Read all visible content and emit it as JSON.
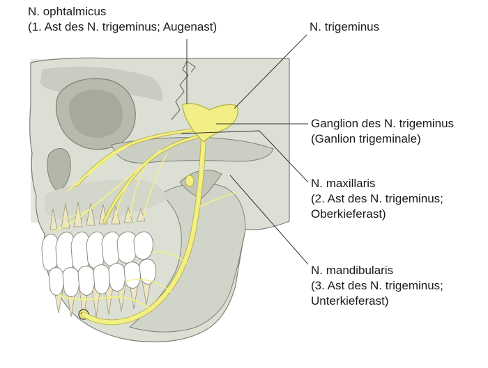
{
  "labels": {
    "ophthalmicus": {
      "line1": "N. ophtalmicus",
      "line2": "(1. Ast des N. trigeminus; Augenast)"
    },
    "trigeminus": {
      "line1": "N. trigeminus"
    },
    "ganglion": {
      "line1": "Ganglion des N. trigeminus",
      "line2": "(Ganlion trigeminale)"
    },
    "maxillaris": {
      "line1": "N. maxillaris",
      "line2": "(2. Ast des N. trigeminus;",
      "line3": "Oberkieferast)"
    },
    "mandibularis": {
      "line1": "N. mandibularis",
      "line2": "(3. Ast des N. trigeminus;",
      "line3": "Unterkieferast)"
    }
  },
  "colors": {
    "bone": "#d9dcd1",
    "bone_shadow": "#bfc3b6",
    "bone_outline": "#7c8075",
    "nerve": "#f2ef86",
    "nerve_outline": "#b9b548",
    "tooth": "#ffffff",
    "leader": "#333333"
  }
}
